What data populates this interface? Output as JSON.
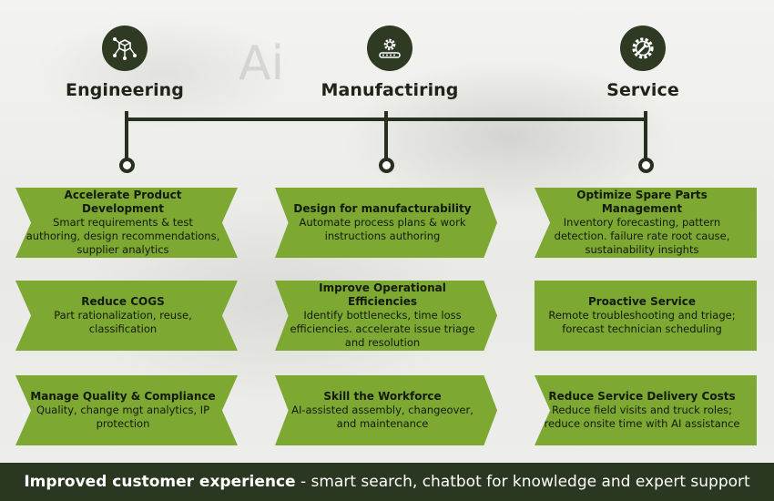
{
  "columns": [
    {
      "title": "Engineering",
      "icon": "network-cube-icon"
    },
    {
      "title": "Manufactiring",
      "icon": "gear-conveyor-icon"
    },
    {
      "title": "Service",
      "icon": "gear-wrench-icon"
    }
  ],
  "background_text": "Ai",
  "cards": {
    "engineering": [
      {
        "title": "Accelerate Product Development",
        "desc": "Smart requirements & test authoring, design recommendations, supplier analytics"
      },
      {
        "title": "Reduce COGS",
        "desc": "Part rationalization, reuse, classification"
      },
      {
        "title": "Manage Quality & Compliance",
        "desc": "Quality, change mgt analytics, IP protection"
      }
    ],
    "manufacturing": [
      {
        "title": "Design for manufacturability",
        "desc": "Automate process plans & work instructions authoring"
      },
      {
        "title": "Improve Operational Efficiencies",
        "desc": "Identify bottlenecks, time loss efficiencies. accelerate issue triage and resolution"
      },
      {
        "title": "Skill the Workforce",
        "desc": "AI-assisted assembly, changeover, and maintenance"
      }
    ],
    "service": [
      {
        "title": "Optimize Spare Parts Management",
        "desc": "Inventory forecasting, pattern detection. failure rate root cause, sustainability insights"
      },
      {
        "title": "Proactive Service",
        "desc": "Remote troubleshooting and triage; forecast technician scheduling"
      },
      {
        "title": "Reduce Service Delivery Costs",
        "desc": "Reduce field visits and truck roles; reduce onsite time with AI assistance"
      }
    ]
  },
  "footer": {
    "bold": "Improved customer experience",
    "rest": " - smart search, chatbot for knowledge and expert support"
  },
  "colors": {
    "card_green": "#7da832",
    "dark_green": "#2b3821",
    "line": "#27301e"
  }
}
